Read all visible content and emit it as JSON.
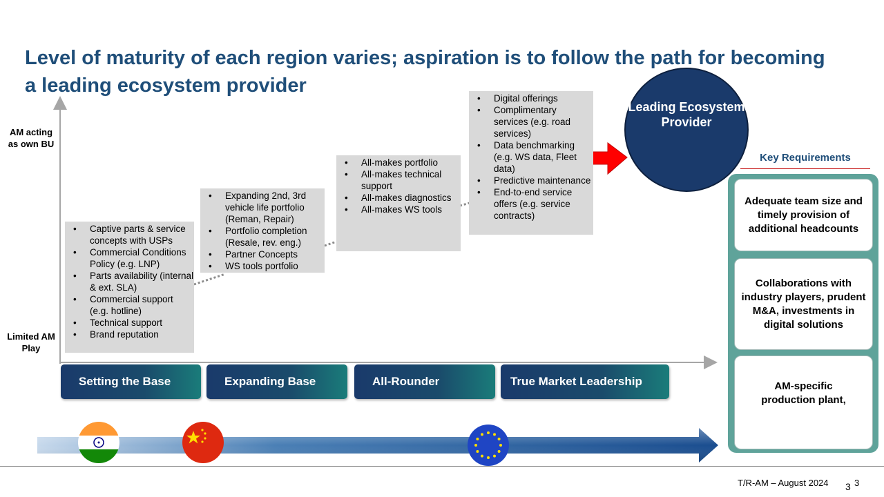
{
  "title": "Level of maturity of each region varies; aspiration is to follow the path for becoming a leading ecosystem provider",
  "y_axis": {
    "top_label": "AM acting as own BU",
    "bottom_label": "Limited AM Play"
  },
  "boxes": [
    {
      "items": [
        "Captive parts & service concepts with USPs",
        "Commercial Conditions Policy (e.g. LNP)",
        "Parts availability (internal & ext. SLA)",
        "Commercial support (e.g. hotline)",
        "Technical support",
        "Brand reputation"
      ]
    },
    {
      "items": [
        "Expanding 2nd, 3rd vehicle life portfolio (Reman, Repair)",
        "Portfolio completion (Resale, rev. eng.)",
        "Partner Concepts",
        "WS tools portfolio"
      ]
    },
    {
      "items": [
        "All-makes portfolio",
        "All-makes technical support",
        "All-makes diagnostics",
        "All-makes WS tools"
      ]
    },
    {
      "items": [
        "Digital offerings",
        "Complimentary services (e.g. road services)",
        "Data benchmarking (e.g. WS data, Fleet data)",
        "Predictive maintenance",
        "End-to-end service offers (e.g. service contracts)"
      ]
    }
  ],
  "stages": [
    "Setting the Base",
    "Expanding Base",
    "All-Rounder",
    "True Market Leadership"
  ],
  "leading_provider": "Leading Ecosystem Provider",
  "key_requirements": {
    "title": "Key Requirements",
    "items": [
      "Adequate team size and timely provision of additional headcounts",
      "Collaborations with industry players, prudent M&A,  investments in digital solutions",
      "AM-specific production plant,"
    ]
  },
  "regions": [
    "india-flag-icon",
    "china-flag-icon",
    "eu-flag-icon"
  ],
  "footer": {
    "text": "T/R-AM – August 2024",
    "page": "3",
    "page2": "3"
  },
  "colors": {
    "title": "#1f4e79",
    "dark_blue": "#1a3a6b",
    "teal": "#5fa39a",
    "arrow_red": "#ff0000",
    "box_grey": "#d9d9d9"
  }
}
